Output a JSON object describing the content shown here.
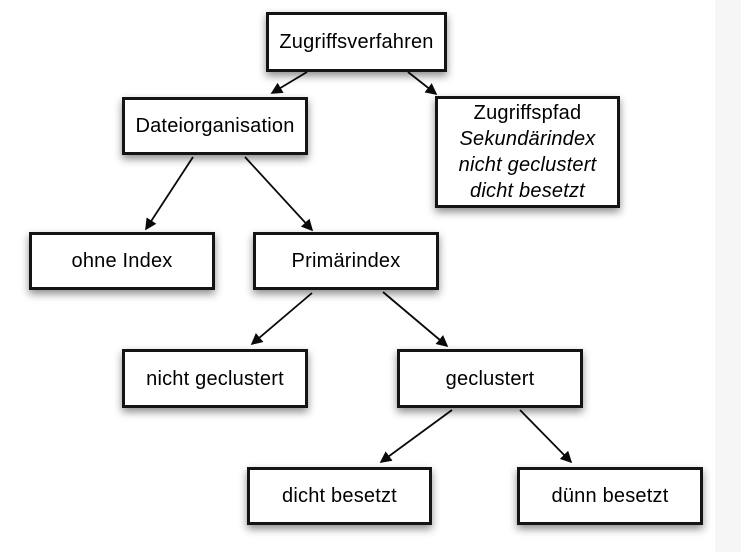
{
  "page": {
    "background": "#ffffff",
    "right_margin_color": "#f6f6f7"
  },
  "colors": {
    "box_fill": "#ffffff",
    "box_border": "#141414",
    "arrow": "#0a0a0a",
    "text": "#000000"
  },
  "diagram": {
    "type": "tree",
    "title": "",
    "nodes": [
      {
        "id": "zugriffsverfahren",
        "label": "Zugriffsverfahren"
      },
      {
        "id": "dateiorganisation",
        "label": "Dateiorganisation"
      },
      {
        "id": "zugriffspfad",
        "lines": [
          "Zugriffspfad",
          "Sekundärindex",
          "nicht geclustert",
          "dicht besetzt"
        ],
        "italic_line_indexes": [
          1,
          2,
          3
        ]
      },
      {
        "id": "ohne-index",
        "label": "ohne Index"
      },
      {
        "id": "primaerindex",
        "label": "Primärindex"
      },
      {
        "id": "nicht-geclustert",
        "label": "nicht geclustert"
      },
      {
        "id": "geclustert",
        "label": "geclustert"
      },
      {
        "id": "dicht-besetzt",
        "label": "dicht besetzt"
      },
      {
        "id": "duenn-besetzt",
        "label": "dünn besetzt"
      }
    ],
    "edges": [
      {
        "from": "Zugriffsverfahren",
        "to": "Dateiorganisation"
      },
      {
        "from": "Zugriffsverfahren",
        "to": "Zugriffspfad"
      },
      {
        "from": "Dateiorganisation",
        "to": "ohne Index"
      },
      {
        "from": "Dateiorganisation",
        "to": "Primärindex"
      },
      {
        "from": "Primärindex",
        "to": "nicht geclustert"
      },
      {
        "from": "Primärindex",
        "to": "geclustert"
      },
      {
        "from": "geclustert",
        "to": "dicht besetzt"
      },
      {
        "from": "geclustert",
        "to": "dünn besetzt"
      }
    ]
  }
}
